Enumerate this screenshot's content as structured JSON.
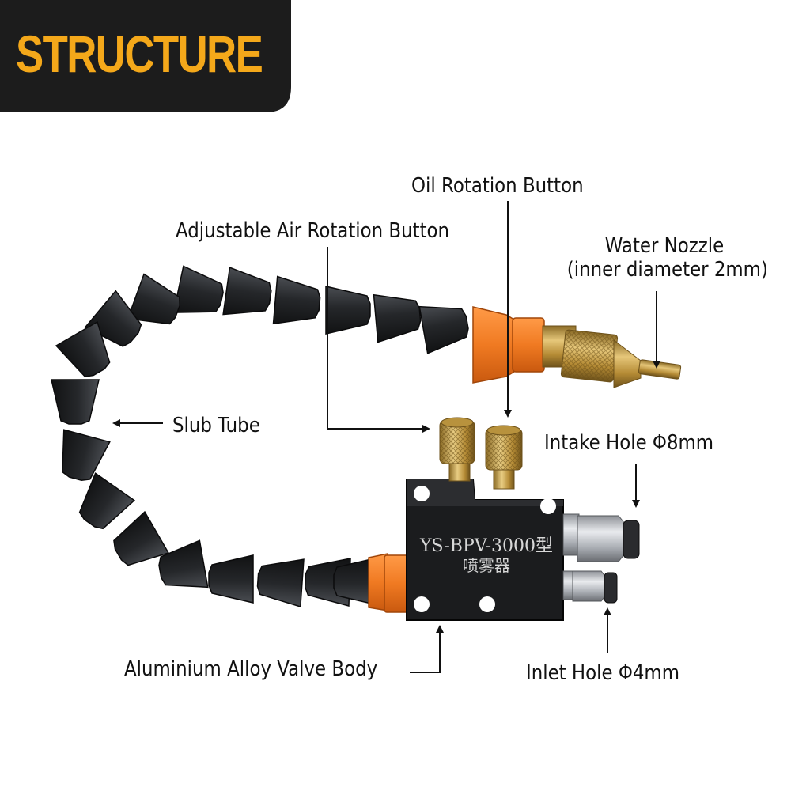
{
  "banner": {
    "title": "STRUCTURE"
  },
  "labels": {
    "oil_rotation_button": "Oil Rotation Button",
    "air_rotation_button": "Adjustable Air Rotation Button",
    "water_nozzle": "Water Nozzle",
    "water_nozzle_detail": "(inner diameter 2mm)",
    "slub_tube": "Slub Tube",
    "intake_hole": "Intake Hole Φ8mm",
    "valve_body": "Aluminium Alloy Valve Body",
    "inlet_hole": "Inlet Hole Φ4mm"
  },
  "device": {
    "model_text": "YS-BPV-3000型",
    "name_text": "喷雾器"
  },
  "colors": {
    "banner_bg": "#1c1c1c",
    "banner_text": "#f4a81a",
    "tube_black": "#1f2124",
    "fitting_orange": "#f07a22",
    "brass": "#c9a045"
  }
}
